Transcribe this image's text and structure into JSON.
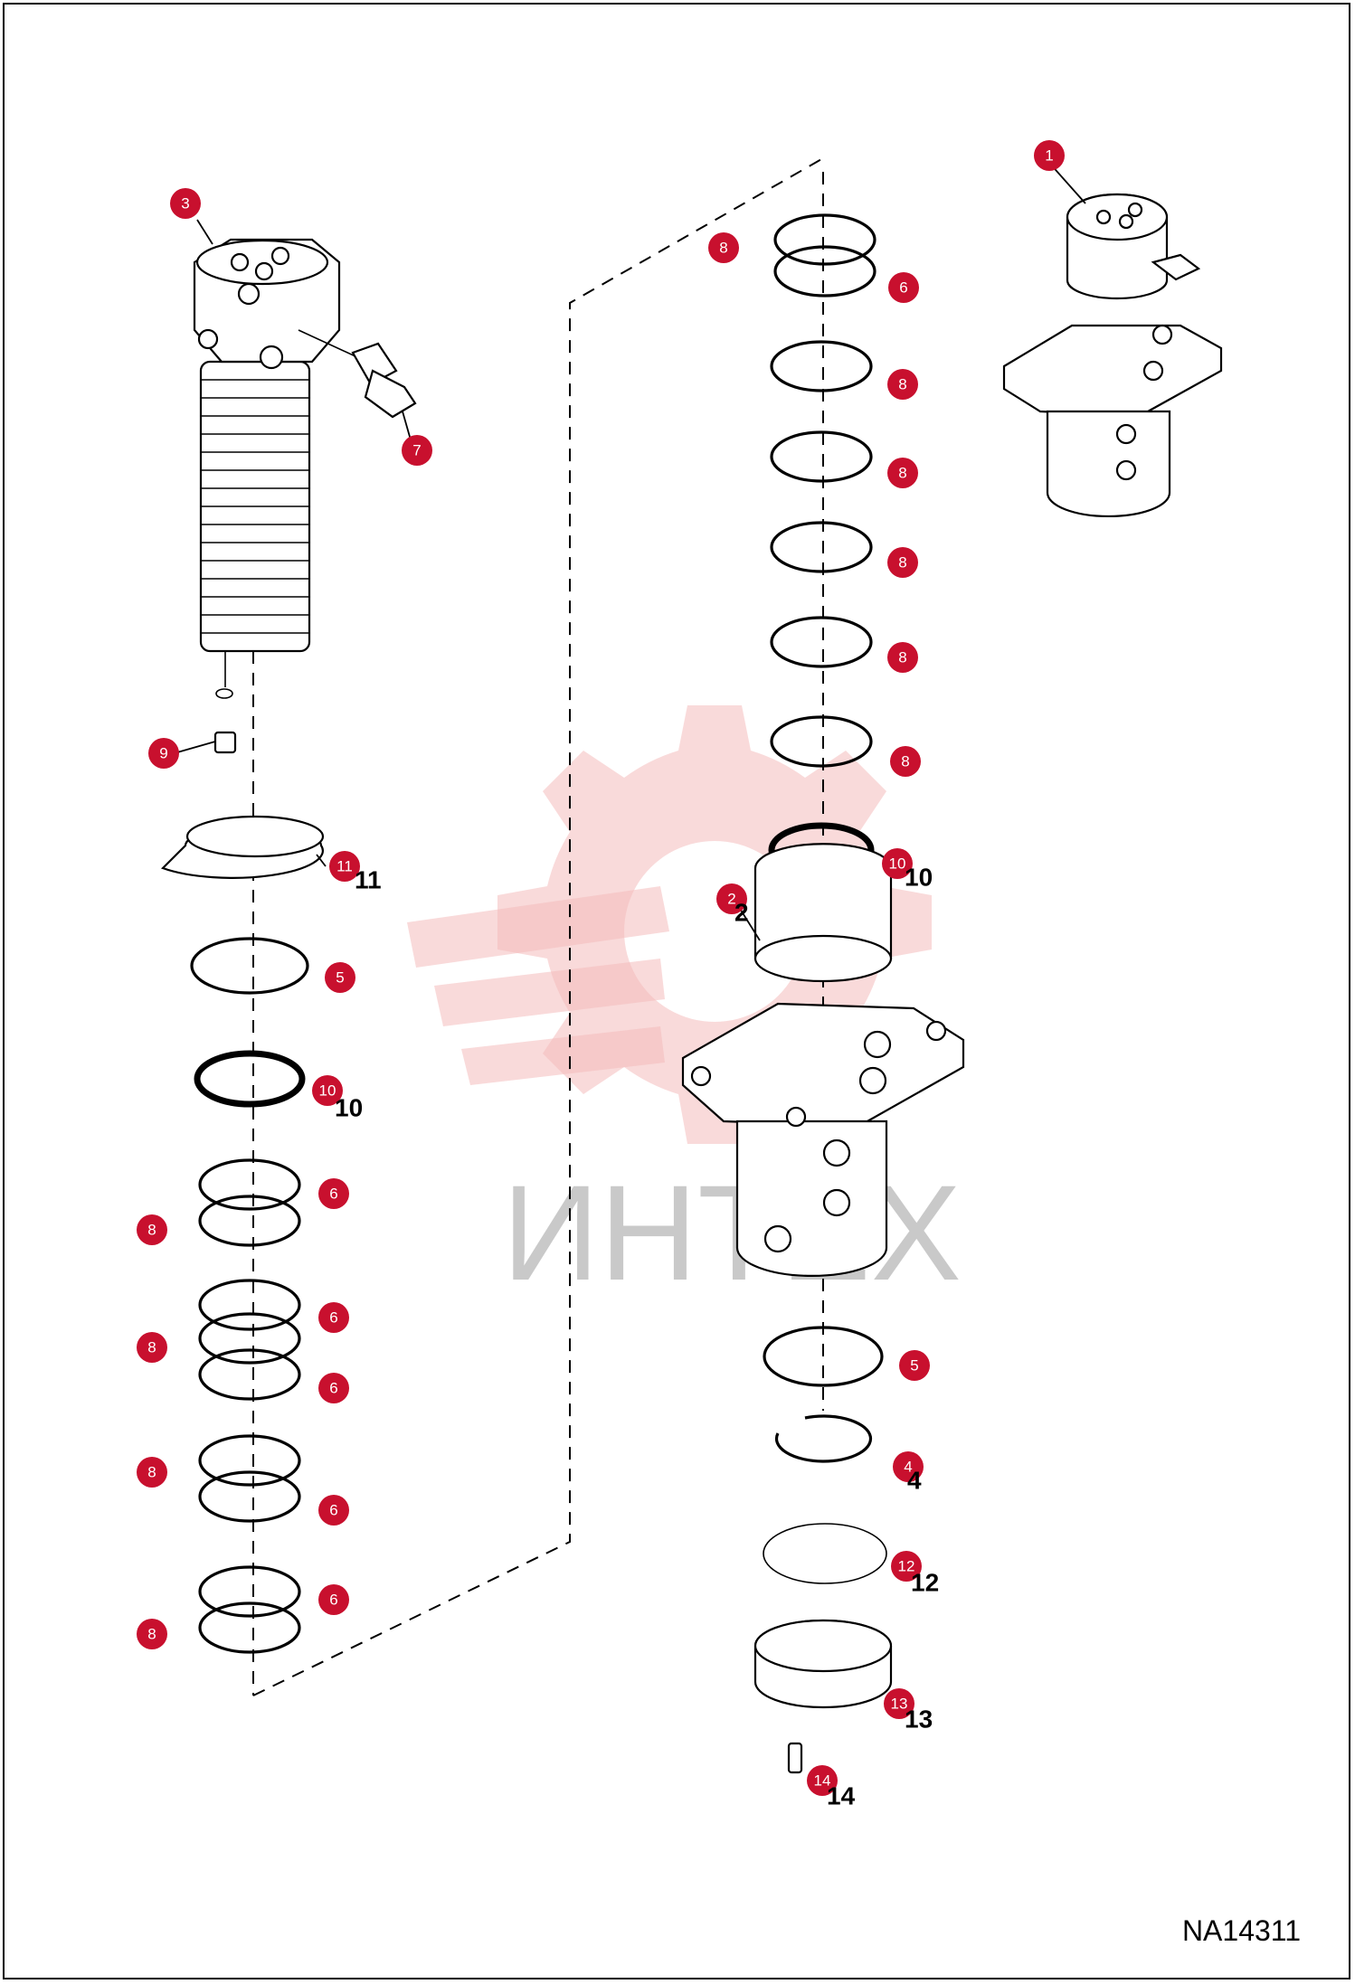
{
  "drawing_code": "NA14311",
  "watermark_text": "ИНТЕХ",
  "callouts": [
    {
      "n": "1",
      "label": "1"
    },
    {
      "n": "2",
      "label": "2"
    },
    {
      "n": "3",
      "label": "3"
    },
    {
      "n": "4",
      "label": "4"
    },
    {
      "n": "5",
      "label": "5"
    },
    {
      "n": "6",
      "label": "6"
    },
    {
      "n": "7",
      "label": "7"
    },
    {
      "n": "8",
      "label": "8"
    },
    {
      "n": "9",
      "label": "9"
    },
    {
      "n": "10",
      "label": "10"
    },
    {
      "n": "11",
      "label": "11"
    },
    {
      "n": "12",
      "label": "12"
    },
    {
      "n": "13",
      "label": "13"
    },
    {
      "n": "14",
      "label": "14"
    }
  ],
  "colors": {
    "badge": "#c8102e",
    "watermark": "#f4bcbc"
  }
}
